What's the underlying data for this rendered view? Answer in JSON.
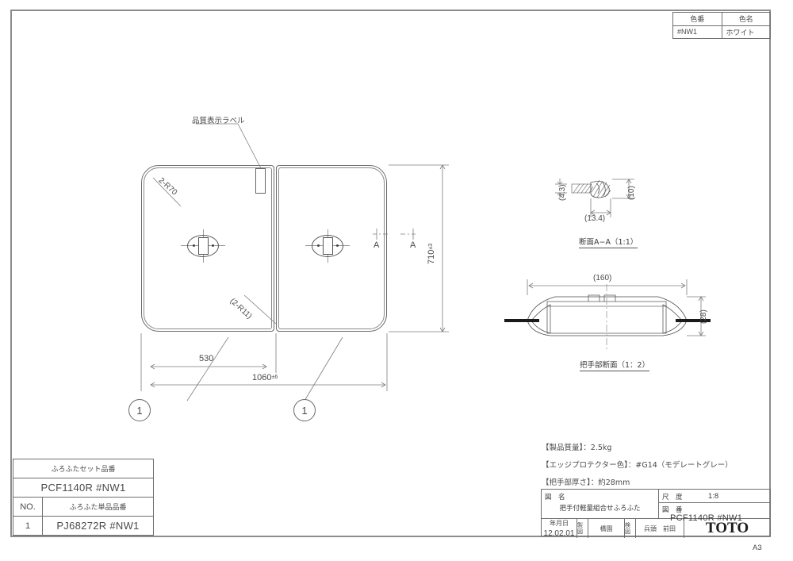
{
  "sheet": {
    "size_label": "A3"
  },
  "color_table": {
    "headers": [
      "色番",
      "色名"
    ],
    "rows": [
      [
        "#NW1",
        "ホワイト"
      ]
    ]
  },
  "part_table": {
    "set_header": "ふろふたセット品番",
    "set_number": "PCF1140R  #NW1",
    "no_header": "NO.",
    "single_header": "ふろふた単品品番",
    "rows": [
      {
        "no": "1",
        "part_number": "PJ68272R  #NW1"
      }
    ]
  },
  "notes": [
    "【製品質量】：2.5kg",
    "【エッジプロテクター色】：#G14（モデレートグレー）",
    "【把手部厚さ】：約28mm"
  ],
  "title_block": {
    "name_key": "図　名",
    "name_value": "把手付軽量組合せふろふた",
    "scale_key": "尺　度",
    "scale_value": "1:8",
    "number_key": "図　番",
    "number_value": "PCF1140R  #NW1",
    "date_key": "年月日",
    "date_value": "12.02.01",
    "maker_key": "製図",
    "maker_value": "橋園",
    "checker_key": "検図",
    "checker_value": "兵頭　前田",
    "company": "TOTO"
  },
  "main_view": {
    "label_quality": "品質表示ラベル",
    "radius_corner": "2-R70",
    "radius_center": "(2-R11)",
    "section_marks": [
      "A",
      "A"
    ],
    "dim_half_width": "530",
    "dim_total_width": "1060",
    "dim_total_width_tol": "±6",
    "dim_height": "710",
    "dim_height_tol": "±3",
    "balloons": [
      "1",
      "1"
    ]
  },
  "section_aa": {
    "caption": "断面A−A（1:1）",
    "dim_thickness": "(4.3)",
    "dim_height": "(10)",
    "dim_width": "(13.4)"
  },
  "handle_section": {
    "caption": "把手部断面（1：2）",
    "dim_width": "(160)",
    "dim_height": "(28)"
  },
  "colors": {
    "line": "#6f6f6f",
    "text": "#4a4a4a",
    "frame": "#8c8c8c",
    "dark": "#1a1a1a"
  }
}
